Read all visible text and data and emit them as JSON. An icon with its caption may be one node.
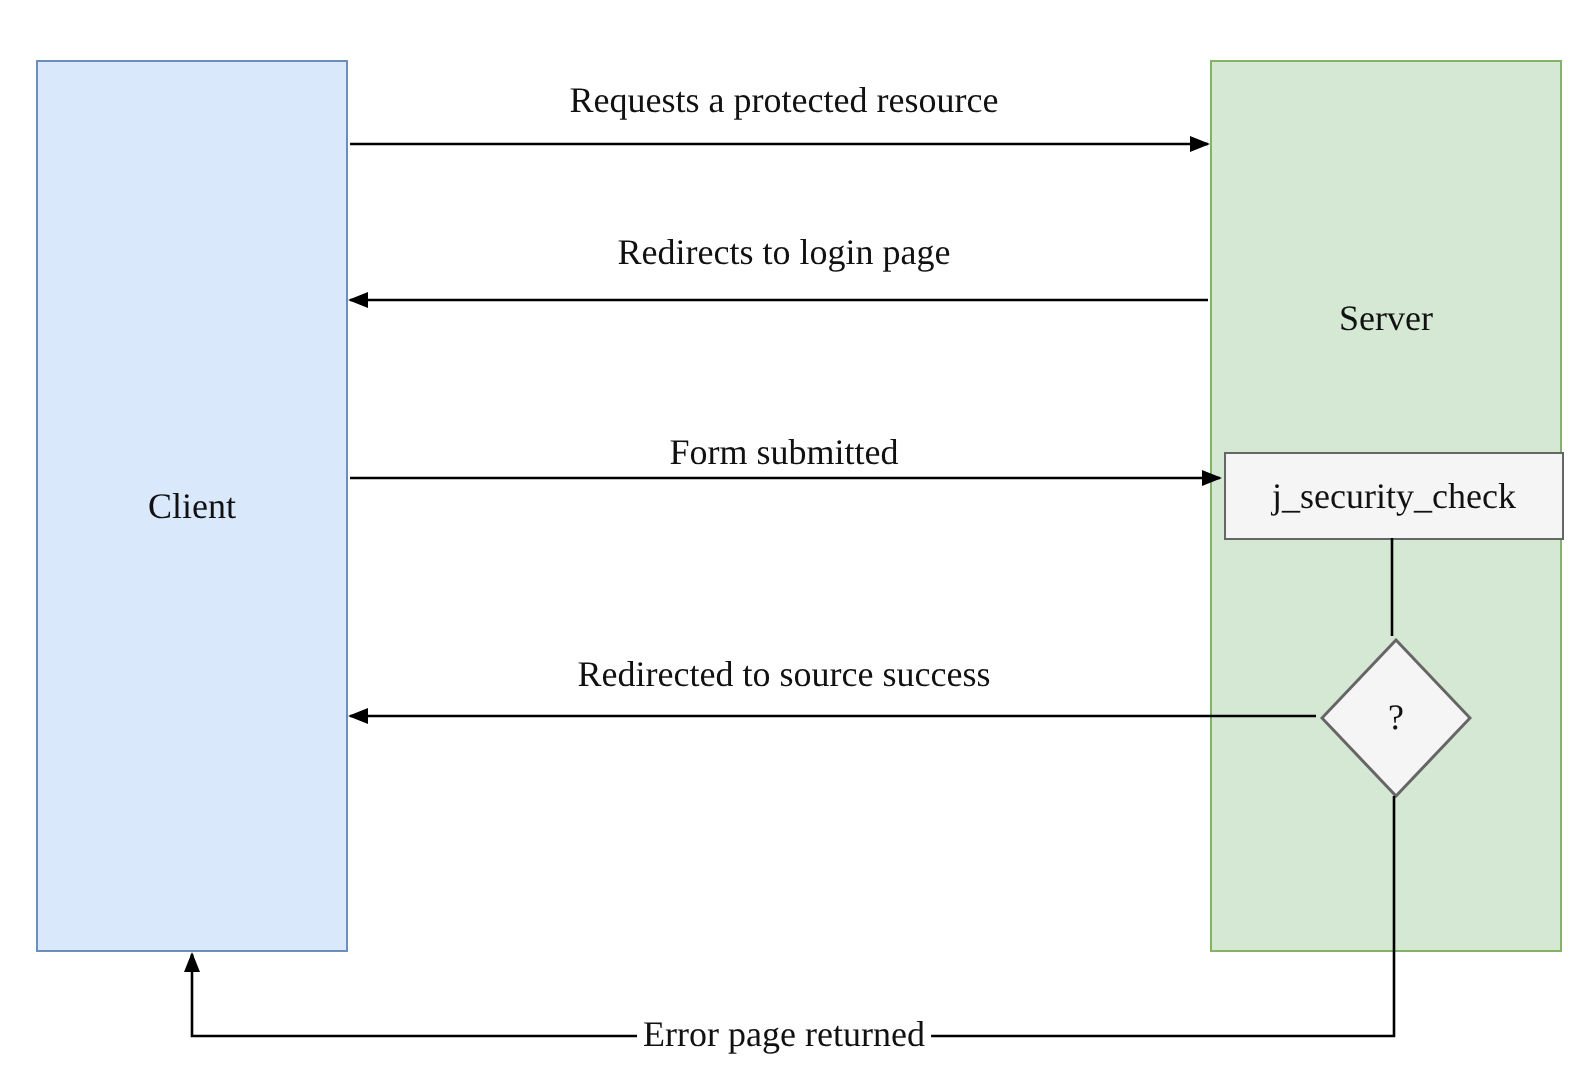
{
  "diagram": {
    "nodes": [
      {
        "text": [
          "Client"
        ]
      },
      {
        "text": [
          "Server"
        ]
      },
      {
        "text": [
          "j_security_check"
        ],
        "in": 1
      },
      {
        "text": [
          "?"
        ],
        "in": 1
      }
    ],
    "edges": [
      {
        "from": 0,
        "to": 1,
        "arrow": "to",
        "label": "Requests a protected resource"
      },
      {
        "from": 1,
        "to": 0,
        "arrow": "to",
        "label": "Redirects to login page"
      },
      {
        "from": 0,
        "to": 2,
        "arrow": "to",
        "label": "Form submitted"
      },
      {
        "from": 2,
        "to": 3,
        "arrow": "none"
      },
      {
        "from": 3,
        "to": 0,
        "arrow": "to",
        "label": "Redirected to source success"
      },
      {
        "from": 3,
        "to": 0,
        "arrow": "to",
        "label": "Error page returned"
      }
    ]
  }
}
